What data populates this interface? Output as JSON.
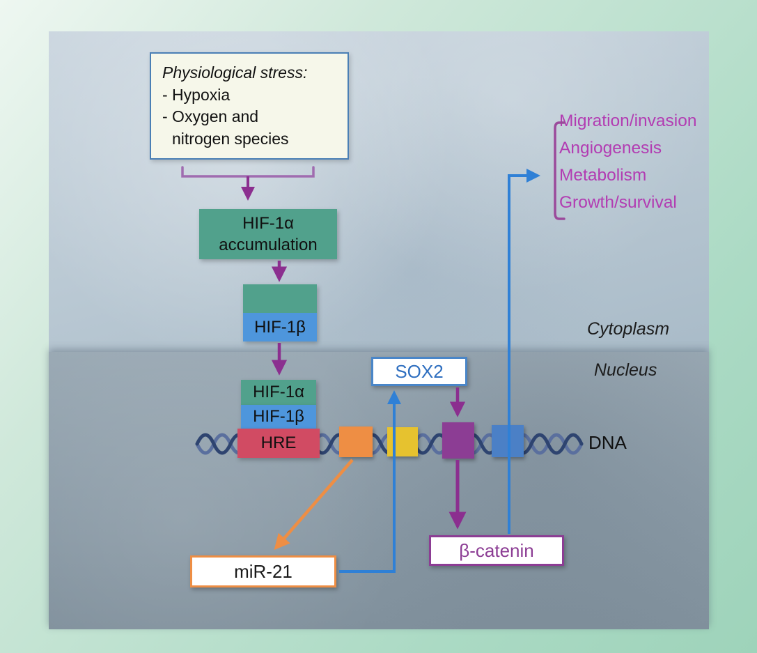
{
  "stress_box": {
    "title": "Physiological stress:",
    "item1": "- Hypoxia",
    "item2": "- Oxygen and",
    "item3": "nitrogen species"
  },
  "nodes": {
    "hif1a_acc_line1": "HIF-1α",
    "hif1a_acc_line2": "accumulation",
    "hif1b": "HIF-1β",
    "complex_hif1a": "HIF-1α",
    "complex_hif1b": "HIF-1β",
    "hre": "HRE",
    "sox2": "SOX2",
    "mir21": "miR-21",
    "beta_catenin": "β-catenin"
  },
  "labels": {
    "cytoplasm": "Cytoplasm",
    "nucleus": "Nucleus",
    "dna": "DNA"
  },
  "outcomes": [
    "Migration/invasion",
    "Angiogenesis",
    "Metabolism",
    "Growth/survival"
  ],
  "colors": {
    "green_box": "#51a18c",
    "blue_box": "#4e96dc",
    "hre_red": "#d14b63",
    "orange_element": "#ee8e44",
    "yellow_element": "#e6c22f",
    "purple_element": "#8c3d94",
    "dna_blue_element": "#4b80c6",
    "arrow_purple": "#8b2f8f",
    "arrow_blue": "#2f80d6",
    "arrow_orange": "#ee8e44",
    "outcome_text": "#b23cb2"
  }
}
